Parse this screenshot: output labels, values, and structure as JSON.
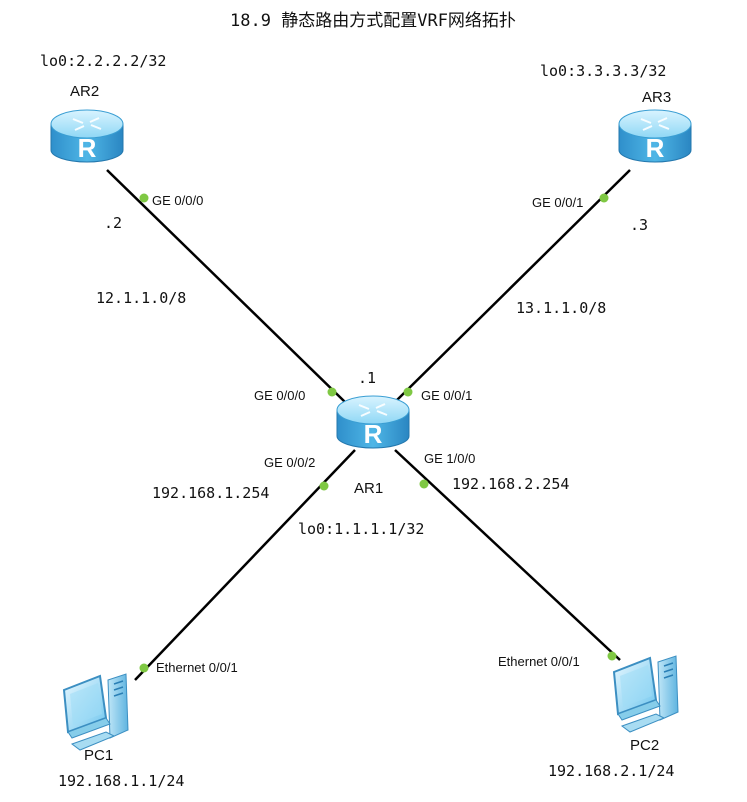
{
  "title": "18.9 静态路由方式配置VRF网络拓扑",
  "colors": {
    "link": "#000000",
    "port_dot": "#7fc843",
    "router_top": "#a8e4f8",
    "router_side": "#3aa3d8",
    "text": "#111111"
  },
  "devices": {
    "ar1": {
      "name": "AR1",
      "icon": "router-icon",
      "loopback": "lo0:1.1.1.1/32"
    },
    "ar2": {
      "name": "AR2",
      "icon": "router-icon",
      "loopback": "lo0:2.2.2.2/32"
    },
    "ar3": {
      "name": "AR3",
      "icon": "router-icon",
      "loopback": "lo0:3.3.3.3/32"
    },
    "pc1": {
      "name": "PC1",
      "icon": "pc-icon",
      "ip": "192.168.1.1/24"
    },
    "pc2": {
      "name": "PC2",
      "icon": "pc-icon",
      "ip": "192.168.2.1/24"
    }
  },
  "links": {
    "ar1_ar2": {
      "network": "12.1.1.0/8",
      "ar2_port": "GE 0/0/0",
      "ar2_host": ".2",
      "ar1_port": "GE 0/0/0"
    },
    "ar1_ar3": {
      "network": "13.1.1.0/8",
      "ar3_port": "GE 0/0/1",
      "ar3_host": ".3",
      "ar1_port": "GE 0/0/1"
    },
    "ar1_pc1": {
      "ar1_port": "GE 0/0/2",
      "ar1_ip": "192.168.1.254",
      "pc_port": "Ethernet 0/0/1"
    },
    "ar1_pc2": {
      "ar1_port": "GE 1/0/0",
      "ar1_ip": "192.168.2.254",
      "pc_port": "Ethernet 0/0/1"
    }
  },
  "ar1_host": ".1"
}
